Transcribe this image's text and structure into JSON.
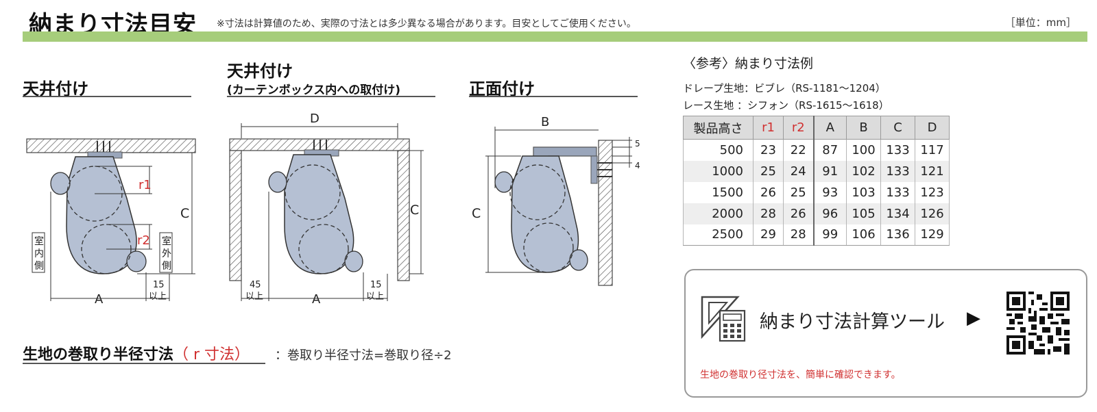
{
  "header": {
    "title": "納まり寸法目安",
    "note": "※寸法は計算値のため、実際の寸法とは多少異なる場合があります。目安としてご使用ください。",
    "unit": "［単位：mm］"
  },
  "colors": {
    "accent_green": "#a6cd7b",
    "red_text": "#d03030",
    "roll_fill": "#b5c0d3",
    "header_gray": "#dcdcdc"
  },
  "sections": {
    "ceiling": {
      "title": "天井付け"
    },
    "ceiling_box": {
      "title": "天井付け",
      "subtitle": "(カーテンボックス内への取付け)"
    },
    "front": {
      "title": "正面付け"
    }
  },
  "diagram_labels": {
    "A": "A",
    "B": "B",
    "C": "C",
    "D": "D",
    "r1": "r1",
    "r2": "r2",
    "indoor": [
      "室",
      "内",
      "側"
    ],
    "outdoor": [
      "室",
      "外",
      "側"
    ],
    "fifteen": "15",
    "fortyfive": "45",
    "or_more": "以上",
    "five": "5",
    "four": "4"
  },
  "reference": {
    "title": "〈参考〉納まり寸法例",
    "drape": "ドレープ生地：ビブレ（RS-1181～1204）",
    "lace": "レース生地 ：シフォン（RS-1615～1618）",
    "table": {
      "headers": [
        "製品高さ",
        "r1",
        "r2",
        "A",
        "B",
        "C",
        "D"
      ],
      "rows": [
        [
          "500",
          "23",
          "22",
          "87",
          "100",
          "133",
          "117"
        ],
        [
          "1000",
          "25",
          "24",
          "91",
          "102",
          "133",
          "121"
        ],
        [
          "1500",
          "26",
          "25",
          "93",
          "103",
          "133",
          "123"
        ],
        [
          "2000",
          "28",
          "26",
          "96",
          "105",
          "134",
          "126"
        ],
        [
          "2500",
          "29",
          "28",
          "99",
          "106",
          "136",
          "129"
        ]
      ]
    }
  },
  "tool": {
    "label": "納まり寸法計算ツール",
    "arrow": "▶",
    "note": "生地の巻取り径寸法を、簡単に確認できます。"
  },
  "radius": {
    "title_main": "生地の巻取り半径寸法",
    "title_paren": "（ r 寸法）",
    "equation": "：巻取り半径寸法=巻取り径÷2"
  }
}
